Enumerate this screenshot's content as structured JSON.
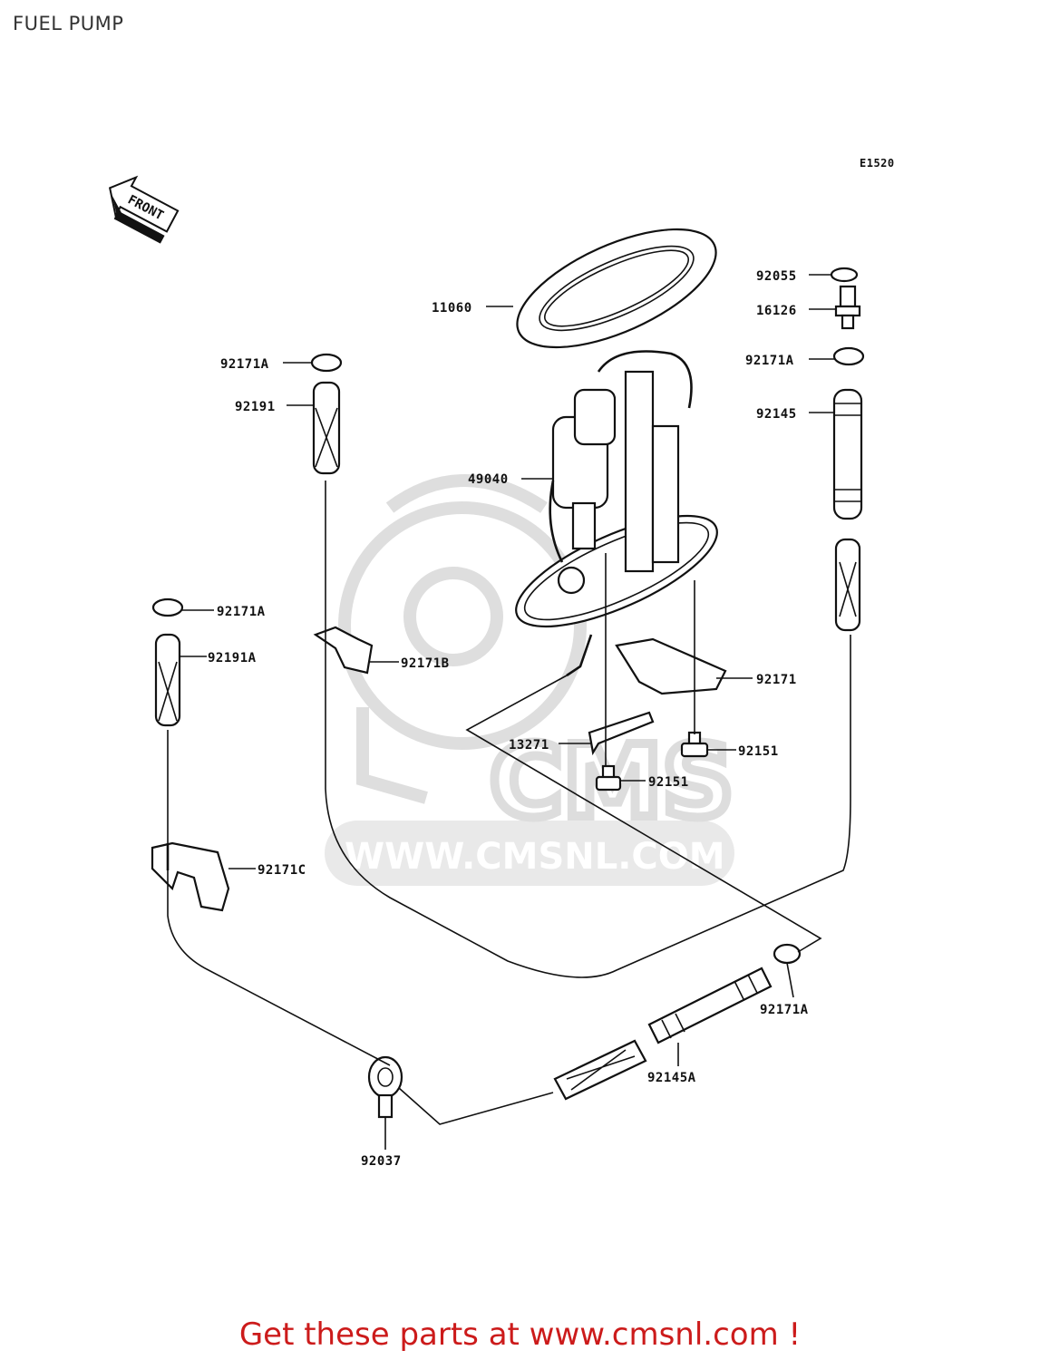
{
  "header": {
    "title": "FUEL PUMP"
  },
  "diagram": {
    "ref_code": "E1520",
    "front_label": "FRONT",
    "watermark_text": "WWW.CMSNL.COM",
    "watermark_logo": "CMS",
    "callouts": [
      {
        "id": "11060",
        "label": "11060"
      },
      {
        "id": "92055",
        "label": "92055"
      },
      {
        "id": "16126",
        "label": "16126"
      },
      {
        "id": "92171A-top-left",
        "label": "92171A"
      },
      {
        "id": "92171A-top-right",
        "label": "92171A"
      },
      {
        "id": "92191",
        "label": "92191"
      },
      {
        "id": "92145",
        "label": "92145"
      },
      {
        "id": "49040",
        "label": "49040"
      },
      {
        "id": "92171A-mid-left",
        "label": "92171A"
      },
      {
        "id": "92191A",
        "label": "92191A"
      },
      {
        "id": "92171B",
        "label": "92171B"
      },
      {
        "id": "92171",
        "label": "92171"
      },
      {
        "id": "13271",
        "label": "13271"
      },
      {
        "id": "92151-right",
        "label": "92151"
      },
      {
        "id": "92151-center",
        "label": "92151"
      },
      {
        "id": "92171C",
        "label": "92171C"
      },
      {
        "id": "92171A-bottom",
        "label": "92171A"
      },
      {
        "id": "92145A",
        "label": "92145A"
      },
      {
        "id": "92037",
        "label": "92037"
      }
    ]
  },
  "footer": {
    "text": "Get these parts at www.cmsnl.com !"
  },
  "colors": {
    "footer": "#cc1b1b",
    "title": "#333333",
    "watermark": "#dedede"
  }
}
